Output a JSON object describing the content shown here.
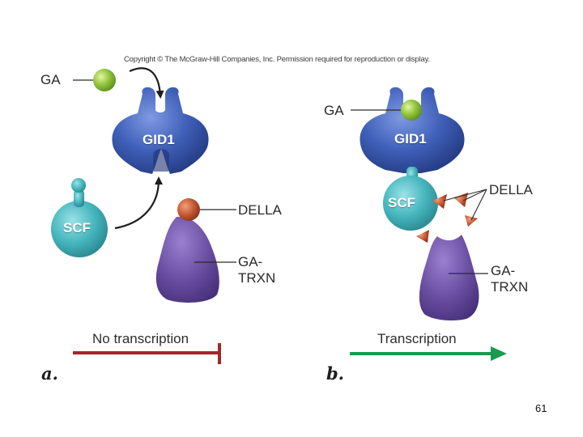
{
  "copyright": "Copyright © The McGraw-Hill Companies, Inc. Permission required for reproduction or display.",
  "panel_a": {
    "letter": "a.",
    "ga_label": "GA",
    "gid1_label": "GID1",
    "scf_label": "SCF",
    "della_label": "DELLA",
    "gatrxn_label_line1": "GA-",
    "gatrxn_label_line2": "TRXN",
    "status": "No transcription"
  },
  "panel_b": {
    "letter": "b.",
    "ga_label": "GA",
    "gid1_label": "GID1",
    "scf_label": "SCF",
    "della_label": "DELLA",
    "gatrxn_label_line1": "GA-",
    "gatrxn_label_line2": "TRXN",
    "status": "Transcription"
  },
  "page_number": "61",
  "colors": {
    "gid1": "#3f5fb8",
    "scf": "#47b7be",
    "gatrxn": "#6a4ea2",
    "ga": "#8fc43a",
    "della": "#c65a36",
    "blocked": "#a5262b",
    "active": "#1a9a4f"
  }
}
